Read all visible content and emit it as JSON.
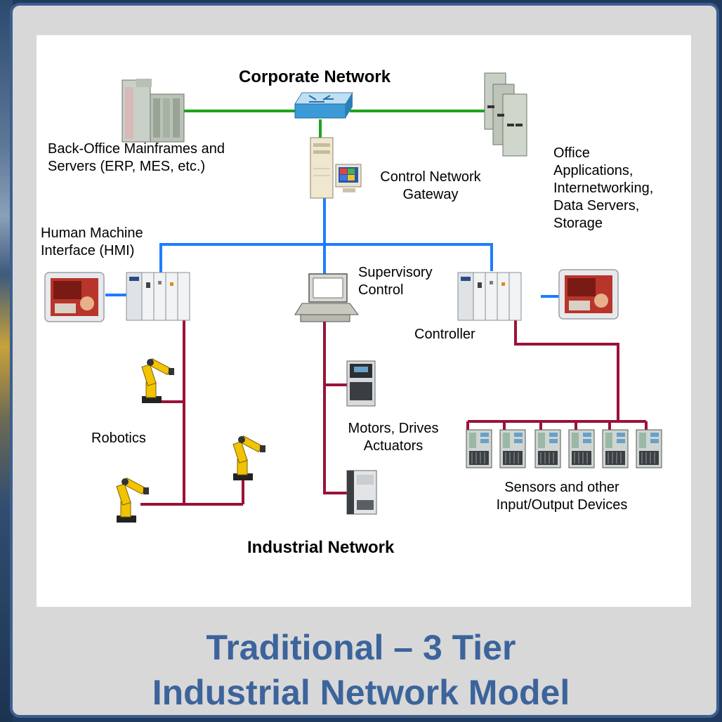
{
  "diagram": {
    "corporate_network_label": "Corporate Network",
    "industrial_network_label": "Industrial Network",
    "back_office_label": "Back-Office Mainframes and\nServers (ERP, MES, etc.)",
    "office_apps_label": "Office\nApplications,\nInternetworking,\nData Servers,\nStorage",
    "gateway_label": "Control Network\nGateway",
    "hmi_label": "Human Machine\nInterface (HMI)",
    "supervisory_label": "Supervisory\nControl",
    "controller_label": "Controller",
    "robotics_label": "Robotics",
    "motors_label": "Motors, Drives\nActuators",
    "sensors_label": "Sensors and other\nInput/Output Devices"
  },
  "caption": {
    "line1": "Traditional – 3 Tier",
    "line2": "Industrial Network Model"
  },
  "colors": {
    "corporate_link": "#1ea31e",
    "control_link": "#1e7cff",
    "industrial_link": "#9b1238",
    "caption_text": "#3c649c",
    "frame_border": "#3b5f91"
  },
  "icons": {
    "mainframe": "server-rack-icon",
    "switch": "network-switch-icon",
    "servers": "server-tower-icon",
    "gateway": "gateway-pc-icon",
    "hmi": "hmi-panel-icon",
    "plc": "plc-rack-icon",
    "workstation": "computer-icon",
    "robot": "robot-arm-icon",
    "drive": "motor-drive-icon",
    "io": "io-module-icon"
  }
}
